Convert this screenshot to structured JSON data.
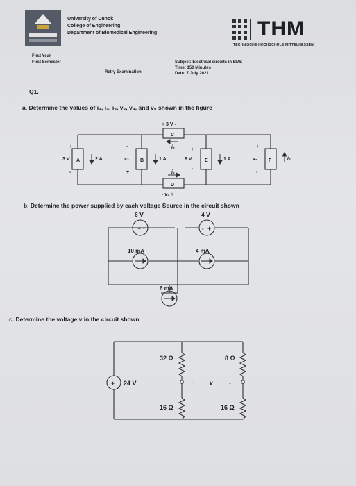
{
  "header": {
    "university": "University of Duhok",
    "college": "College of Engineering",
    "department": "Department of Biomedical Engineering",
    "thm_logo": "THM",
    "thm_subtitle": "TECHNISCHE HOCHSCHULE MITTELHESSEN",
    "year": "First Year",
    "semester": "First Semester",
    "exam": "Retry Examination",
    "subject": "Subject: Electrical circuits in BME",
    "time": "Time: 150 Minutes",
    "date": "Date: 7 July  2021"
  },
  "question": {
    "number": "Q1.",
    "part_a": "a.  Determine the values of i₃, i₄, i₆, v₂, v₄, and v₆ shown in the figure",
    "part_b": "b.  Determine the power supplied by each voltage Source in the circuit shown",
    "part_c": "c. Determine the voltage v in the circuit shown"
  },
  "circuit_a": {
    "top_label": "+ 3 V -",
    "A_voltage": "3 V",
    "A_current": "2 A",
    "v2": "v₂",
    "B_current": "1 A",
    "i3": "i₃",
    "E_voltage": "6 V",
    "E_current": "1 A",
    "v6": "v₆",
    "i6": "i₆",
    "i4": "i₄",
    "v4": "-   v₄  +",
    "box_A": "A",
    "box_B": "B",
    "box_C": "C",
    "box_D": "D",
    "box_E": "E",
    "box_F": "F"
  },
  "circuit_b": {
    "v1": "6 V",
    "v2": "4 V",
    "i1": "10 mA",
    "i2": "4 mA",
    "i3": "6 mA"
  },
  "circuit_c": {
    "source": "24 V",
    "r1": "32 Ω",
    "r2": "8 Ω",
    "r3": "16 Ω",
    "r4": "16 Ω",
    "v_plus": "+",
    "v_label": "v",
    "v_minus": "-"
  }
}
